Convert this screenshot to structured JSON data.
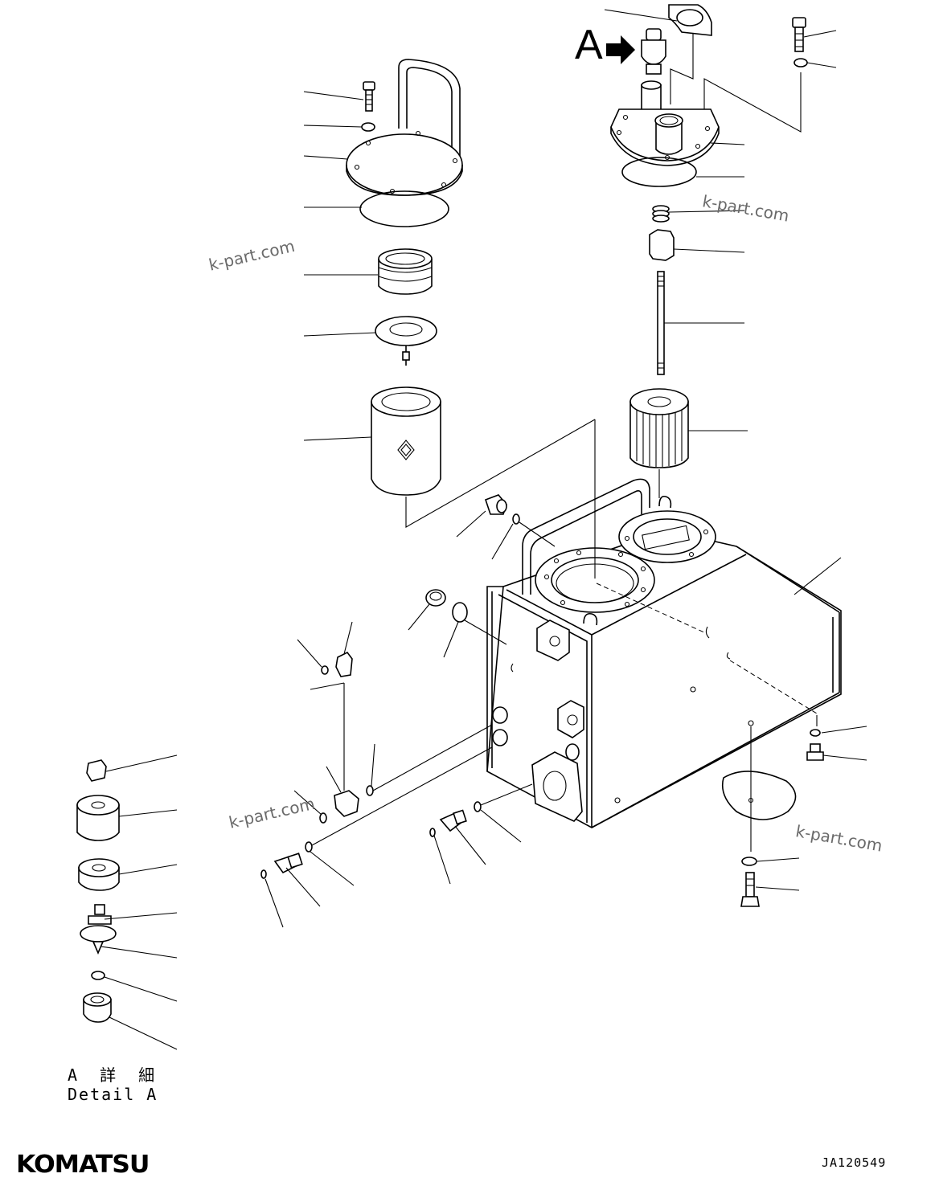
{
  "diagram": {
    "callout_label": "A",
    "detail_label_jp": "A 詳 細",
    "detail_label_en": "Detail A",
    "drawing_number": "JA120549",
    "brand_logo": "KOMATSU",
    "watermarks": [
      "k-part.com",
      "k-part.com",
      "k-part.com",
      "k-part.com"
    ],
    "colors": {
      "line": "#000000",
      "background": "#ffffff",
      "watermark": "#6a6a6a"
    },
    "icons": [
      "arrow-right-icon"
    ]
  }
}
